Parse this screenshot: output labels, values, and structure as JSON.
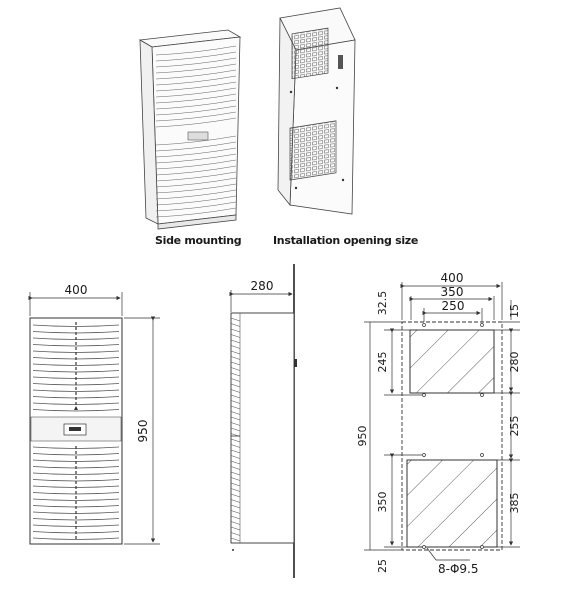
{
  "captions": {
    "side_mounting": "Side mounting",
    "installation_opening_size": "Installation opening size"
  },
  "front_view": {
    "width": "400",
    "height": "950"
  },
  "side_view": {
    "depth": "280"
  },
  "cutout_view": {
    "overall_width": "400",
    "hole_spacing_width": "350",
    "upper_opening_width": "250",
    "top_margin": "32.5",
    "upper_hole_height": "245",
    "overall_height": "950",
    "lower_hole_height": "350",
    "bottom_margin": "25",
    "right_top_margin": "15",
    "upper_opening_height": "280",
    "middle_gap": "255",
    "lower_opening_height": "385",
    "holes_note": "8-Φ9.5"
  },
  "colors": {
    "line": "#333333",
    "fill_light": "#f2f2f2"
  }
}
